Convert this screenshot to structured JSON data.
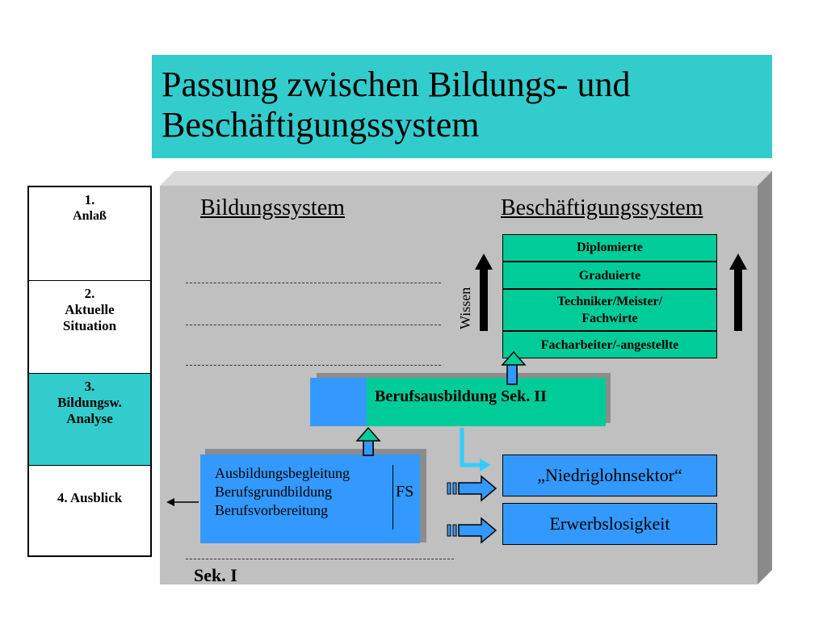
{
  "title": {
    "line1": "Passung zwischen Bildungs- und",
    "line2": "Beschäftigungssystem"
  },
  "nav": {
    "items": [
      {
        "num": "1.",
        "label": "Anlaß",
        "label2": ""
      },
      {
        "num": "2.",
        "label": "Aktuelle",
        "label2": "Situation"
      },
      {
        "num": "3.",
        "label": "Bildungsw.",
        "label2": "Analyse"
      },
      {
        "num": "4. Ausblick",
        "label": "",
        "label2": ""
      }
    ]
  },
  "diagram": {
    "left_heading": "Bildungssystem",
    "right_heading": "Beschäftigungssystem",
    "wissen": "Wissen",
    "levels": [
      {
        "line1": "Diplomierte",
        "line2": ""
      },
      {
        "line1": "Graduierte",
        "line2": ""
      },
      {
        "line1": "Techniker/Meister/",
        "line2": "Fachwirte"
      },
      {
        "line1": "Facharbeiter/-angestellte",
        "line2": ""
      }
    ],
    "berufsausbildung": "Berufsausbildung Sek. II",
    "sek1_items": [
      "Ausbildungsbegleitung",
      "Berufsgrundbildung",
      "Berufsvorbereitung"
    ],
    "fs": "FS",
    "niedriglohn": "„Niedriglohnsektor“",
    "erwerbslos": "Erwerbslosigkeit",
    "sek1": "Sek. I"
  },
  "colors": {
    "teal": "#33cccc",
    "green": "#00cc99",
    "blue": "#3399ff",
    "grey": "#c0c0c0"
  }
}
